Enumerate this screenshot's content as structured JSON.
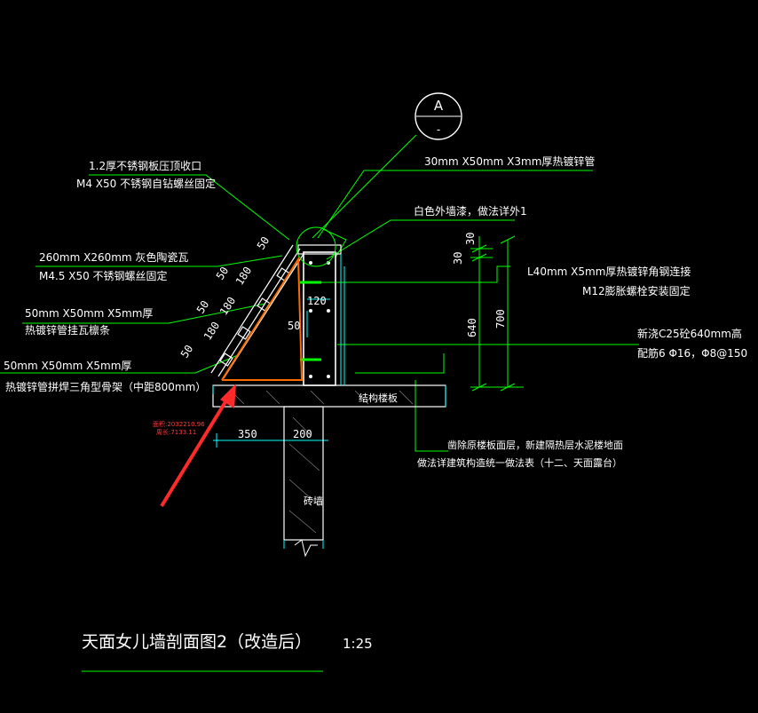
{
  "title": "天面女儿墙剖面图2（改造后）",
  "scale": "1:25",
  "callout": {
    "letter": "A",
    "sub": "-"
  },
  "labels": {
    "l1a": "1.2厚不锈钢板压顶收口",
    "l1b": "M4 X50 不锈钢自钻螺丝固定",
    "l2a": "260mm X260mm 灰色陶瓷瓦",
    "l2b": "M4.5 X50 不锈钢螺丝固定",
    "l3a": "50mm X50mm X5mm厚",
    "l3b": "热镀锌管挂瓦檩条",
    "l4a": "50mm X50mm X5mm厚",
    "l4b": "热镀锌管拼焊三角型骨架（中距800mm）",
    "r1": "30mm X50mm X3mm厚热镀锌管",
    "r2": "白色外墙漆，做法详外1",
    "r3a": "L40mm X5mm厚热镀锌角钢连接",
    "r3b": "M12膨胀螺栓安装固定",
    "r4a": "新浇C25砼640mm高",
    "r4b": "配筋6 Φ16，Φ8@150",
    "b1a": "凿除原楼板面层，新建隔热层水泥楼地面",
    "b1b": "做法详建筑构造统一做法表（十二、天面露台）",
    "slab": "结构楼板",
    "brick": "砖墙"
  },
  "dims": {
    "d50a": "50",
    "d50b": "50",
    "d50c": "50",
    "d50d": "50",
    "d180a": "180",
    "d180b": "180",
    "d180c": "180",
    "d120": "120",
    "d50e": "50",
    "d30a": "30",
    "d30b": "30",
    "d640": "640",
    "d700": "700",
    "d350": "350",
    "d200": "200"
  },
  "stamp": {
    "line1": "面积:2032210.96",
    "line2": "周长:7133.11"
  },
  "colors": {
    "leader": "#00ff00",
    "structure": "#00ffff",
    "concrete": "#ffffff",
    "frame": "#ff6a00",
    "arrow": "#ff2a2a",
    "hatch": "#aaaaaa"
  }
}
